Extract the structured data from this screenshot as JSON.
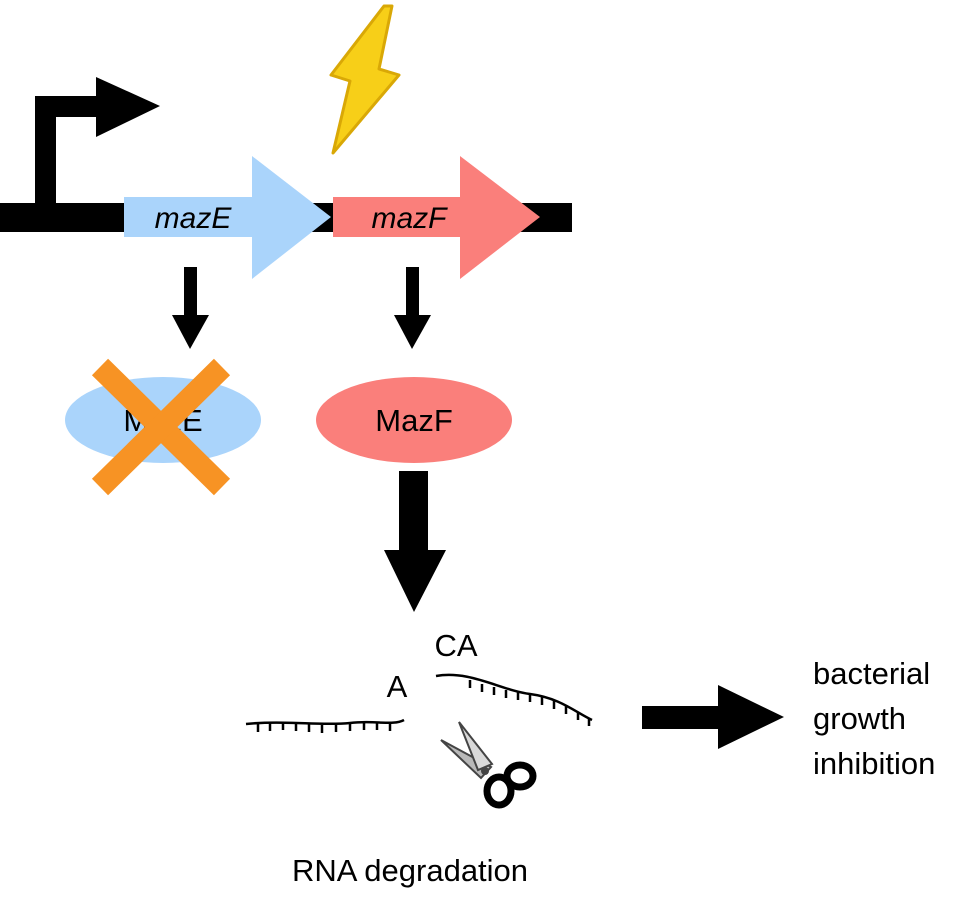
{
  "genes": {
    "mazE": {
      "label": "mazE",
      "color": "#aad4fb"
    },
    "mazF": {
      "label": "mazF",
      "color": "#fa7f7b"
    }
  },
  "proteins": {
    "MazE": {
      "label": "MazE",
      "color": "#aad4fb",
      "inactivated": true,
      "cross_color": "#f79324"
    },
    "MazF": {
      "label": "MazF",
      "color": "#fa7f7b"
    }
  },
  "rna": {
    "fragment_left_end": "A",
    "fragment_right_start": "CA",
    "caption": "RNA degradation"
  },
  "outcome": {
    "lines": [
      "bacterial",
      "growth",
      "inhibition"
    ]
  },
  "icons": {
    "stress": "lightning-bolt-icon",
    "promoter": "promoter-arrow-icon",
    "cleavage": "scissors-icon"
  }
}
